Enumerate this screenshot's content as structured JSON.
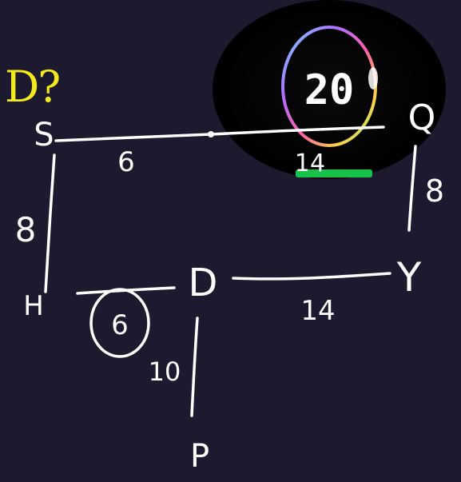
{
  "question": "D?",
  "timer": {
    "value": "20"
  },
  "nodes": {
    "s": "S",
    "q": "Q",
    "h": "H",
    "d": "D",
    "y": "Y",
    "p": "P"
  },
  "edges": {
    "s_mid": "6",
    "mid_q": "14",
    "q_y": "8",
    "s_h": "8",
    "h_d": "6",
    "d_y": "14",
    "d_p": "10"
  },
  "colors": {
    "background": "#1d1a30",
    "ink": "#ffffff",
    "question": "#f2ea1c"
  }
}
